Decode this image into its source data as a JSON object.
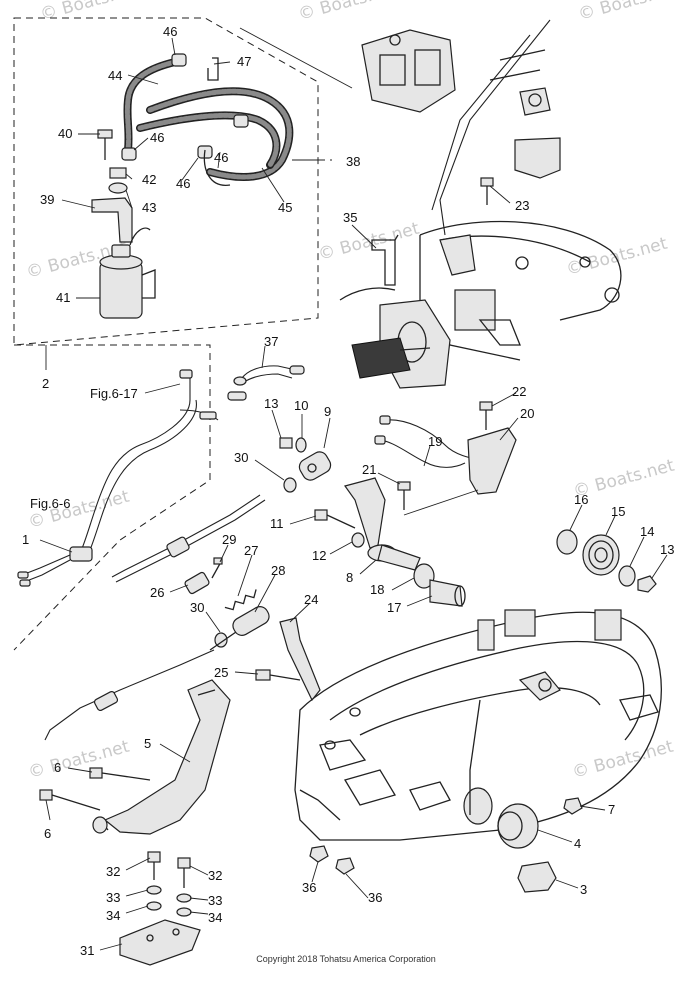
{
  "watermark": "© Boats.net",
  "copyright": "Copyright 2018 Tohatsu America Corporation",
  "figure_refs": [
    "Fig.6-17",
    "Fig.6-6"
  ],
  "callouts": {
    "c1": "1",
    "c2": "2",
    "c3": "3",
    "c4": "4",
    "c5": "5",
    "c6a": "6",
    "c6b": "6",
    "c7": "7",
    "c8": "8",
    "c9": "9",
    "c10": "10",
    "c11": "11",
    "c12": "12",
    "c13a": "13",
    "c13b": "13",
    "c14": "14",
    "c15": "15",
    "c16": "16",
    "c17": "17",
    "c18": "18",
    "c19": "19",
    "c20": "20",
    "c21": "21",
    "c22": "22",
    "c23": "23",
    "c24": "24",
    "c25": "25",
    "c26": "26",
    "c27": "27",
    "c28": "28",
    "c29": "29",
    "c30a": "30",
    "c30b": "30",
    "c31": "31",
    "c32a": "32",
    "c32b": "32",
    "c33a": "33",
    "c33b": "33",
    "c34a": "34",
    "c34b": "34",
    "c35": "35",
    "c36a": "36",
    "c36b": "36",
    "c37": "37",
    "c38": "38",
    "c39": "39",
    "c40": "40",
    "c41": "41",
    "c42": "42",
    "c43": "43",
    "c44": "44",
    "c45": "45",
    "c46a": "46",
    "c46b": "46",
    "c46c": "46",
    "c46d": "46",
    "c47": "47"
  }
}
